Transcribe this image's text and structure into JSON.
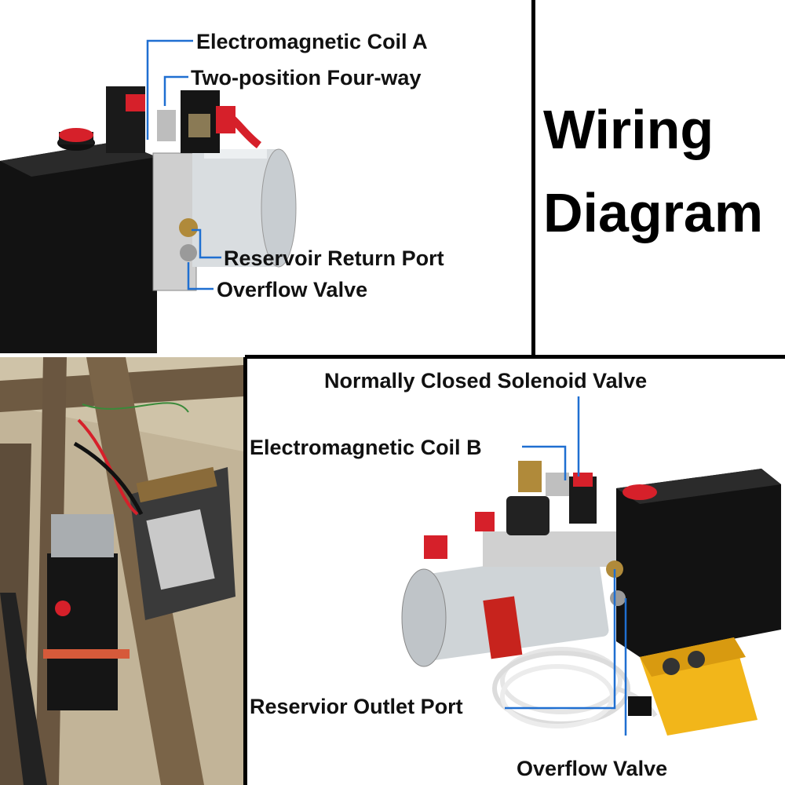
{
  "title": {
    "line1": "Wiring",
    "line2": "Diagram"
  },
  "top_left": {
    "labels": {
      "coil_a": "Electromagnetic Coil A",
      "two_position": "Two-position Four-way",
      "return_port": "Reservoir Return Port",
      "overflow": "Overflow Valve"
    }
  },
  "bottom_right": {
    "labels": {
      "solenoid": "Normally Closed Solenoid Valve",
      "coil_b": "Electromagnetic Coil B",
      "outlet": "Reservior Outlet Port",
      "overflow": "Overflow Valve"
    }
  },
  "colors": {
    "leader": "#1f6fd1",
    "divider": "#000000",
    "tank": "#111111"
  }
}
